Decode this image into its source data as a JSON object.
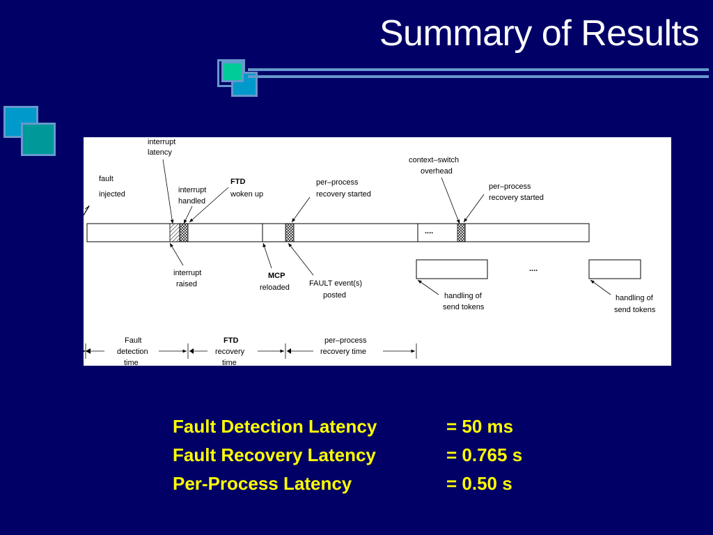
{
  "title": "Summary of Results",
  "colors": {
    "background": "#000066",
    "title": "#ffffff",
    "results_text": "#ffff00",
    "deco_green": "#00cc99",
    "deco_blue": "#0099cc",
    "deco_teal": "#009999",
    "rule": "#6699cc"
  },
  "diagram": {
    "labels": {
      "fault_injected": [
        "fault",
        "injected"
      ],
      "interrupt_latency": [
        "interrupt",
        "latency"
      ],
      "interrupt_handled": [
        "interrupt",
        "handled"
      ],
      "ftd_woken_up": [
        "FTD",
        "woken up"
      ],
      "per_process_started_1": [
        "per–process",
        "recovery started"
      ],
      "context_switch": [
        "context–switch",
        "overhead"
      ],
      "per_process_started_2": [
        "per–process",
        "recovery started"
      ],
      "interrupt_raised": [
        "interrupt",
        "raised"
      ],
      "mcp_reloaded": [
        "MCP",
        "reloaded"
      ],
      "fault_events_posted": [
        "FAULT event(s)",
        "posted"
      ],
      "handling_send_tokens_1": [
        "handling of",
        "send tokens"
      ],
      "handling_send_tokens_2": [
        "handling of",
        "send tokens"
      ],
      "ellipsis_top": "....",
      "ellipsis_bottom": "....",
      "fault_detection_time": [
        "Fault",
        "detection",
        "time"
      ],
      "ftd_recovery_time": [
        "FTD",
        "recovery",
        "time"
      ],
      "per_process_recovery_time": [
        "per–process",
        "recovery time"
      ]
    }
  },
  "results": [
    {
      "label": "Fault Detection Latency",
      "value": "= 50 ms"
    },
    {
      "label": "Fault Recovery Latency",
      "value": "= 0.765 s"
    },
    {
      "label": "Per-Process Latency",
      "value": "= 0.50 s"
    }
  ]
}
